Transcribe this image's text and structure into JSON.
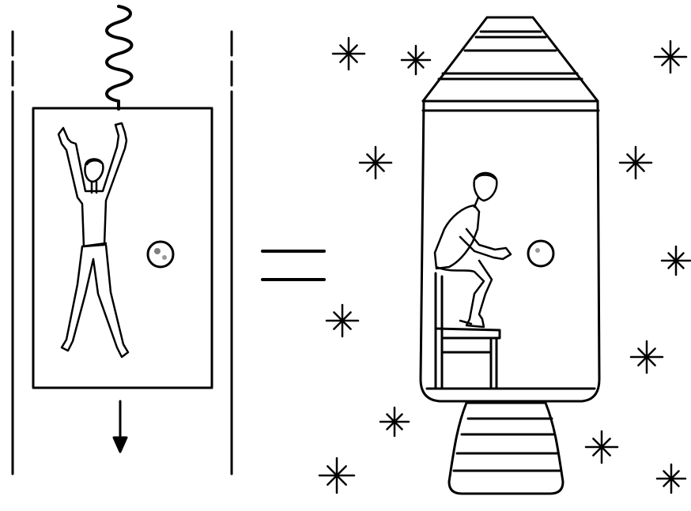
{
  "figure": {
    "left_panel": {
      "name": "falling-elevator",
      "icons": [
        "spring-icon",
        "person-arms-up-icon",
        "floating-ball-icon",
        "down-arrow-icon",
        "dashed-shaft-lines"
      ]
    },
    "equals_sign": "=",
    "right_panel": {
      "name": "orbiting-spacecraft",
      "icons": [
        "rocket-nose-cone-icon",
        "capsule-icon",
        "person-crouching-icon",
        "chair-icon",
        "floating-ball-icon",
        "rocket-nozzle-icon",
        "star-icon"
      ]
    },
    "colors": {
      "ink": "#000000",
      "paper": "#ffffff"
    }
  }
}
